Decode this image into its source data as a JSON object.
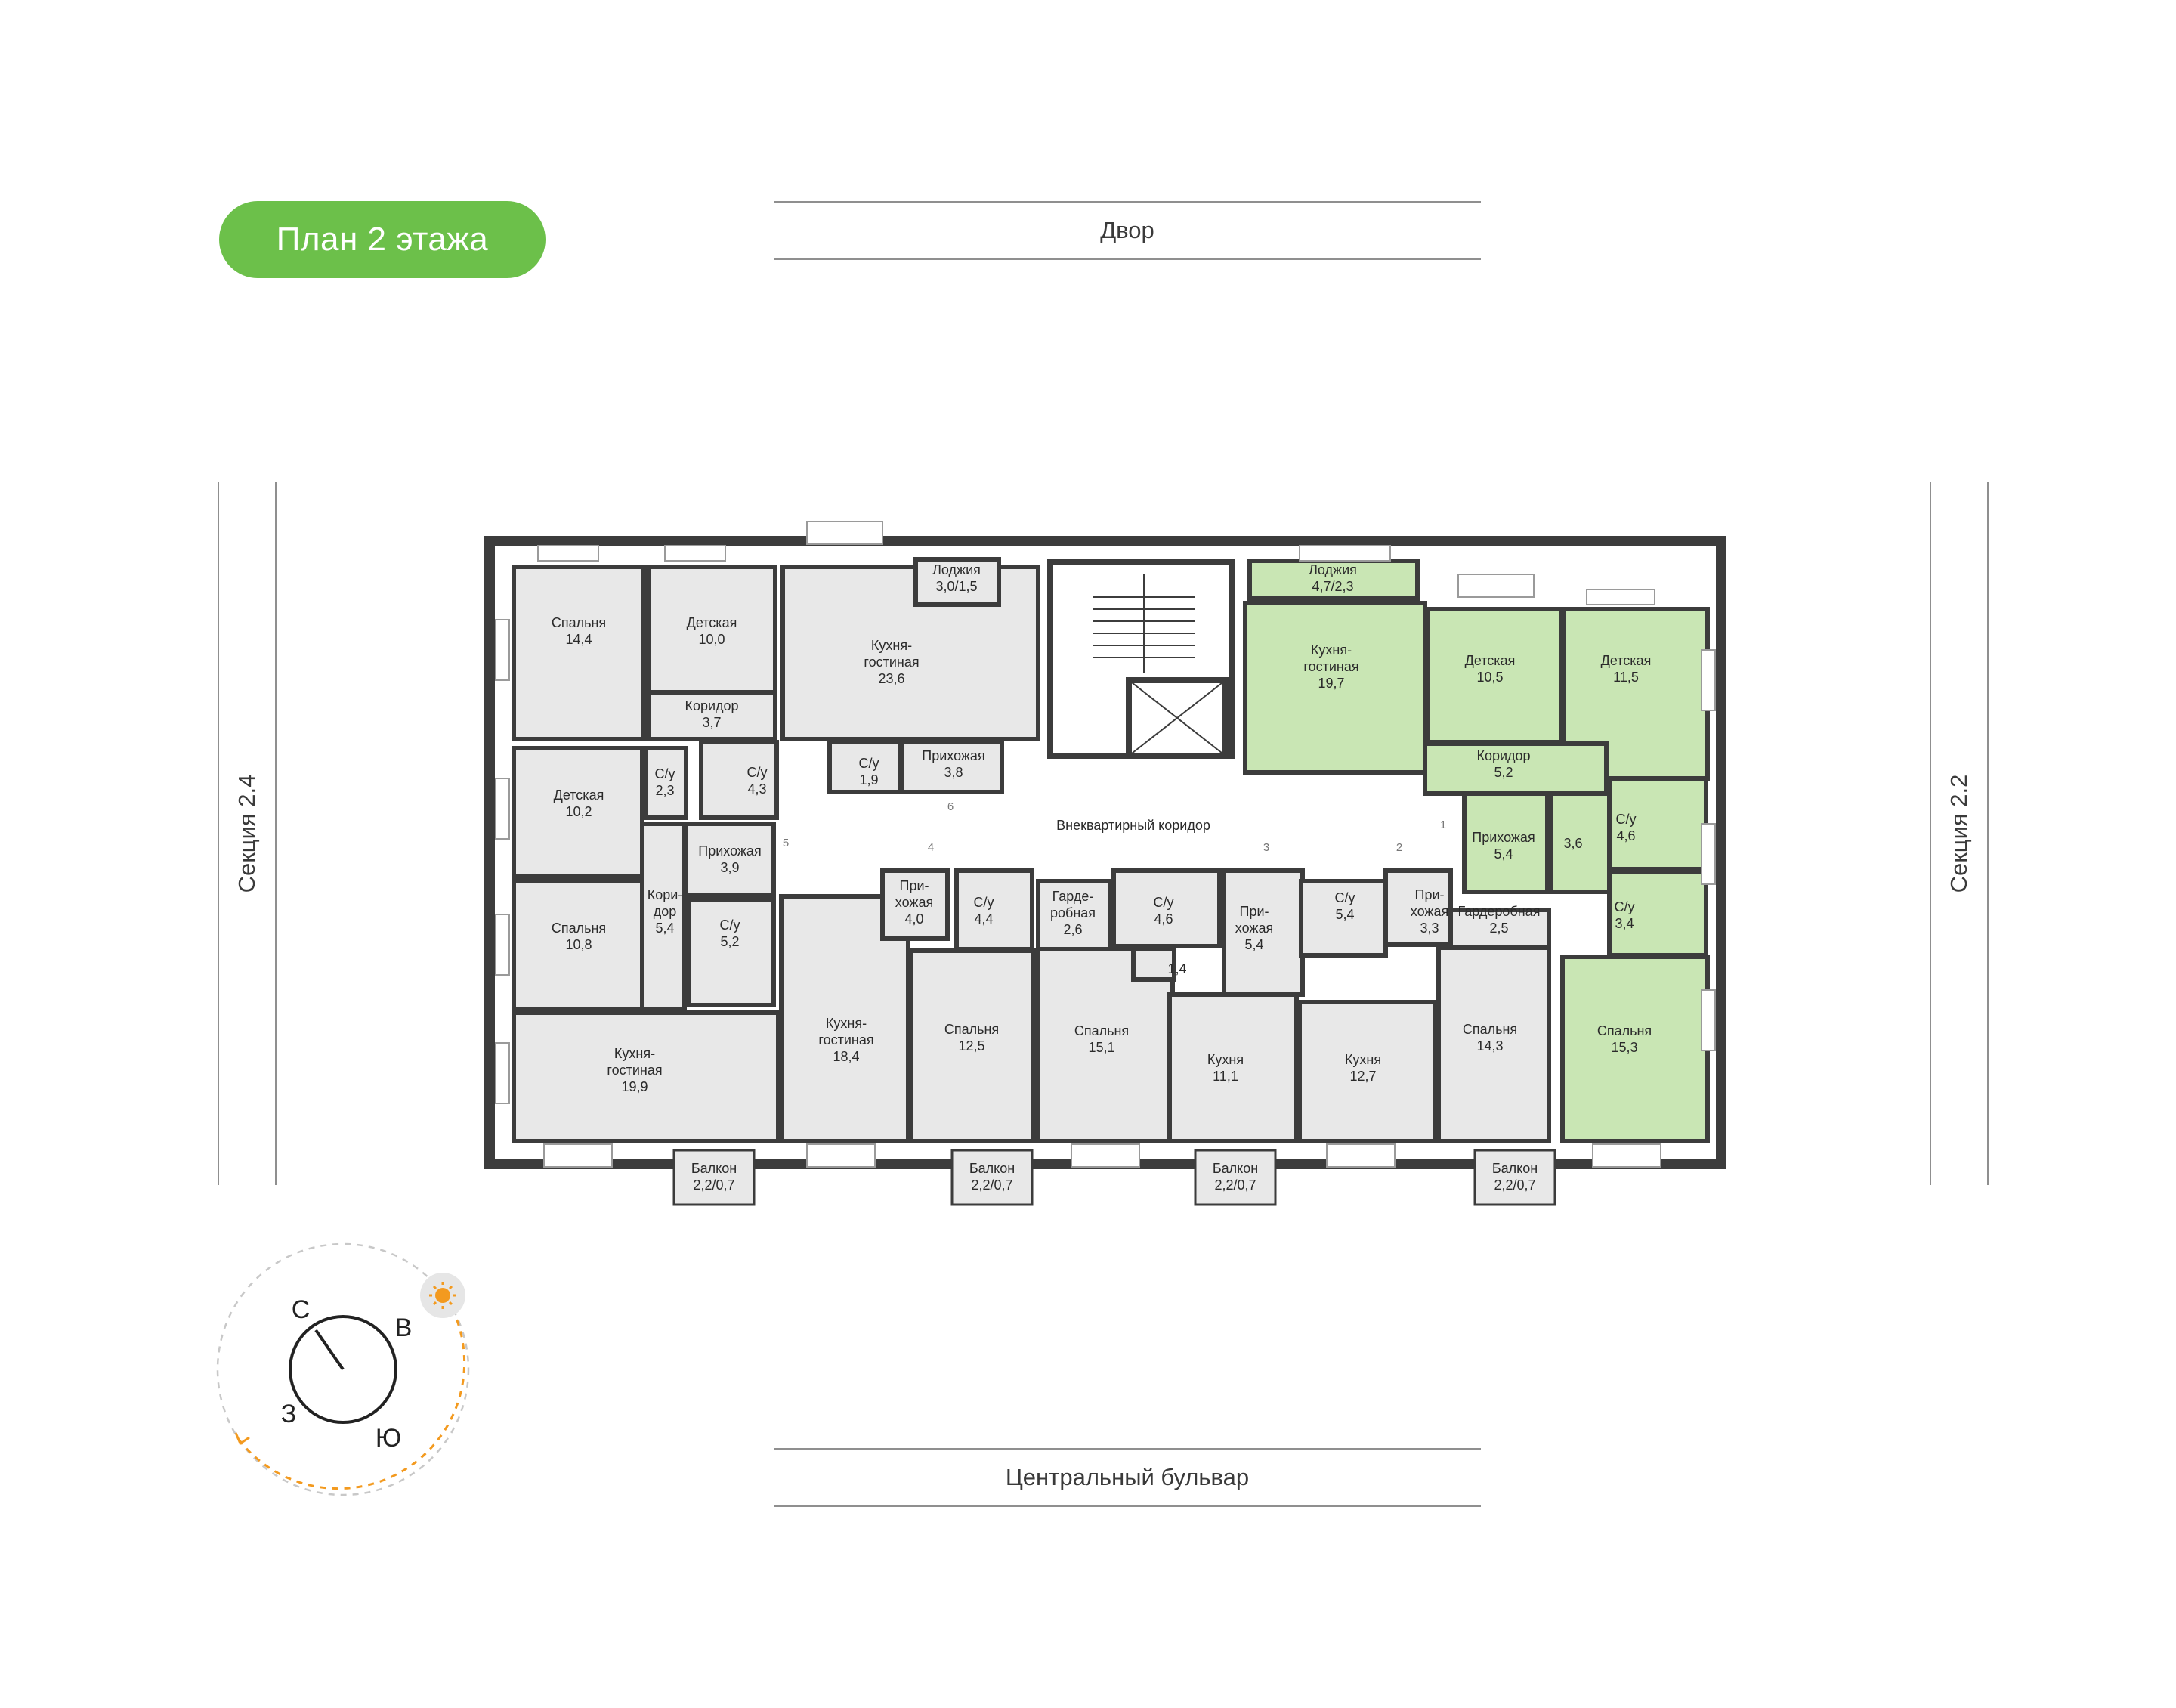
{
  "title": "План 2 этажа",
  "colors": {
    "accent": "#6cc04a",
    "highlight": "#c9e6b4",
    "room": "#e8e8e8",
    "wall": "#3c3c3c",
    "sun": "#f39a1f"
  },
  "streets": {
    "top": "Двор",
    "bottom": "Центральный бульвар"
  },
  "sections": {
    "left": "Секция 2.4",
    "right": "Секция 2.2"
  },
  "corridor": "Внеквартирный коридор",
  "compass": {
    "n": "С",
    "e": "В",
    "w": "З",
    "s": "Ю"
  },
  "rooms": [
    {
      "name": "Спальня",
      "area": "14,4"
    },
    {
      "name": "Детская",
      "area": "10,0"
    },
    {
      "name": "Кухня-\nгостиная",
      "area": "23,6"
    },
    {
      "name": "Лоджия",
      "area": "3,0/1,5"
    },
    {
      "name": "Коридор",
      "area": "3,7"
    },
    {
      "name": "С/у",
      "area": "4,3"
    },
    {
      "name": "С/у",
      "area": "1,9"
    },
    {
      "name": "Прихожая",
      "area": "3,8"
    },
    {
      "name": "Детская",
      "area": "10,2"
    },
    {
      "name": "С/у",
      "area": "2,3"
    },
    {
      "name": "Прихожая",
      "area": "3,9"
    },
    {
      "name": "Спальня",
      "area": "10,8"
    },
    {
      "name": "Кори-\nдор",
      "area": "5,4"
    },
    {
      "name": "С/у",
      "area": "5,2"
    },
    {
      "name": "Кухня-\nгостиная",
      "area": "19,9"
    },
    {
      "name": "Кухня-\nгостиная",
      "area": "18,4"
    },
    {
      "name": "При-\nхожая",
      "area": "4,0"
    },
    {
      "name": "С/у",
      "area": "4,4"
    },
    {
      "name": "Спальня",
      "area": "12,5"
    },
    {
      "name": "Гарде-\nробная",
      "area": "2,6"
    },
    {
      "name": "Спальня",
      "area": "15,1"
    },
    {
      "name": "С/у",
      "area": "4,6"
    },
    {
      "name": "",
      "area": "1,4"
    },
    {
      "name": "При-\nхожая",
      "area": "5,4"
    },
    {
      "name": "Кухня",
      "area": "11,1"
    },
    {
      "name": "С/у",
      "area": "5,4"
    },
    {
      "name": "Кухня",
      "area": "12,7"
    },
    {
      "name": "При-\nхожая",
      "area": "3,3"
    },
    {
      "name": "Гардеробная",
      "area": "2,5"
    },
    {
      "name": "Спальня",
      "area": "14,3"
    },
    {
      "name": "Лоджия",
      "area": "4,7/2,3"
    },
    {
      "name": "Кухня-\nгостиная",
      "area": "19,7"
    },
    {
      "name": "Детская",
      "area": "10,5"
    },
    {
      "name": "Детская",
      "area": "11,5"
    },
    {
      "name": "Коридор",
      "area": "5,2"
    },
    {
      "name": "Прихожая",
      "area": "5,4"
    },
    {
      "name": "",
      "area": "3,6"
    },
    {
      "name": "С/у",
      "area": "4,6"
    },
    {
      "name": "С/у",
      "area": "3,4"
    },
    {
      "name": "Спальня",
      "area": "15,3"
    }
  ],
  "balconies": [
    {
      "name": "Балкон",
      "area": "2,2/0,7"
    },
    {
      "name": "Балкон",
      "area": "2,2/0,7"
    },
    {
      "name": "Балкон",
      "area": "2,2/0,7"
    },
    {
      "name": "Балкон",
      "area": "2,2/0,7"
    }
  ],
  "door_numbers": [
    "1",
    "2",
    "3",
    "4",
    "5",
    "6"
  ]
}
